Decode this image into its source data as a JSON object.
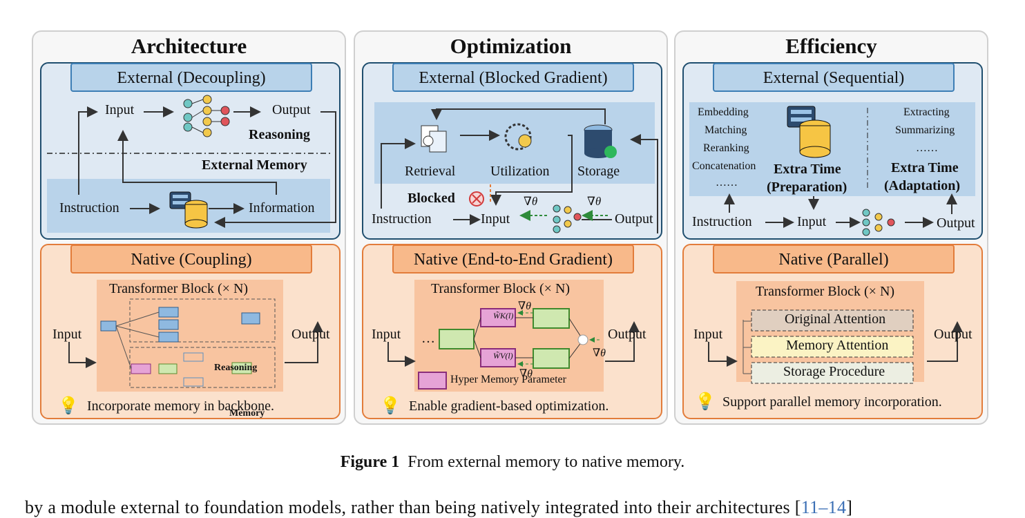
{
  "columns": [
    {
      "title": "Architecture",
      "external_label": "External (Decoupling)",
      "native_label": "Native (Coupling)",
      "ext": {
        "input": "Input",
        "output": "Output",
        "reasoning": "Reasoning",
        "memory": "External Memory",
        "instruction": "Instruction",
        "information": "Information"
      },
      "nat": {
        "input": "Input",
        "output": "Output",
        "block": "Transformer Block (× N)",
        "reasoning": "Reasoning",
        "memory": "Memory",
        "tip": "Incorporate memory in backbone."
      }
    },
    {
      "title": "Optimization",
      "external_label": "External (Blocked Gradient)",
      "native_label": "Native (End-to-End Gradient)",
      "ext": {
        "retrieval": "Retrieval",
        "utilization": "Utilization",
        "storage": "Storage",
        "blocked": "Blocked",
        "instruction": "Instruction",
        "input": "Input",
        "output": "Output",
        "grad": "∇θ"
      },
      "nat": {
        "input": "Input",
        "output": "Output",
        "block": "Transformer Block (× N)",
        "wk": "W̃K(l)",
        "wv": "W̃V(l)",
        "grad": "∇θ",
        "ellipsis": "…",
        "hyper": "Hyper Memory Parameter",
        "tip": "Enable gradient-based optimization."
      }
    },
    {
      "title": "Efficiency",
      "external_label": "External (Sequential)",
      "native_label": "Native (Parallel)",
      "ext": {
        "prep_items": [
          "Embedding",
          "Matching",
          "Reranking",
          "Concatenation",
          "……"
        ],
        "adapt_items": [
          "Extracting",
          "Summarizing",
          "……"
        ],
        "prep_time": "Extra Time",
        "prep_sub": "(Preparation)",
        "adapt_time": "Extra Time",
        "adapt_sub": "(Adaptation)",
        "instruction": "Instruction",
        "input": "Input",
        "output": "Output"
      },
      "nat": {
        "input": "Input",
        "output": "Output",
        "block": "Transformer Block (× N)",
        "attn1": "Original Attention",
        "attn2": "Memory Attention",
        "attn3": "Storage Procedure",
        "tip": "Support parallel memory incorporation."
      }
    }
  ],
  "caption": {
    "label": "Figure 1",
    "text": "From external memory to native memory."
  },
  "body_text": {
    "before": "by a module external to foundation models, rather than being natively integrated into their architectures [",
    "cite": "11–14",
    "after": "]"
  },
  "colors": {
    "ext_border": "#1f4e6e",
    "ext_fill": "#dfe9f3",
    "nat_border": "#e27c3a",
    "nat_fill": "#fbe1cc",
    "blocked": "#d23b3b"
  }
}
